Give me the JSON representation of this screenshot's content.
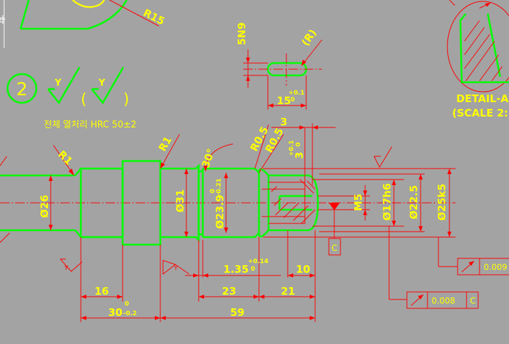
{
  "notes": {
    "process_number": "2",
    "roughness_symbol_1": "Y",
    "roughness_symbol_2": "Y",
    "paren_open": "(",
    "paren_close": ")",
    "heat_treatment": "전체 열처리 HRC 50±2"
  },
  "detail": {
    "title": "DETAIL-A",
    "scale": "(SCALE 2:"
  },
  "top_dims": {
    "r15": "R15",
    "n9": "5N9",
    "r1_key": "(R)",
    "key_len": "15",
    "key_tol_up": "+0.1",
    "key_tol_low": "0"
  },
  "shaft_dims": {
    "r1_left": "R1",
    "r1_mid": "R1",
    "angle": "30°",
    "r05_a": "R0.5",
    "r05_b": "R0.5",
    "three": "3",
    "three_tol": "3",
    "three_tol_up": "+0.1",
    "three_tol_low": "0",
    "d26": "Ø26",
    "d31": "Ø31",
    "d239": "Ø23.9",
    "d239_tol_up": "0",
    "d239_tol_low": "-0.21",
    "m5": "M5",
    "d17": "Ø17h6",
    "d225": "Ø22.5",
    "d25": "Ø25k5",
    "datum_c": "C",
    "groove_w": "1.35",
    "groove_tol_up": "+0.14",
    "groove_tol_low": "0",
    "ten": "10",
    "sixteen": "16",
    "twentythree": "23",
    "twentyone": "21",
    "thirty": "30",
    "thirty_tol_up": "0",
    "thirty_tol_low": "-0.2",
    "fiftynine": "59",
    "rough_left": "Y",
    "rough_mid": "Y"
  },
  "fcf": {
    "runout_1_value": "0.008",
    "runout_1_datum": "C",
    "runout_2_value": "0.009"
  }
}
